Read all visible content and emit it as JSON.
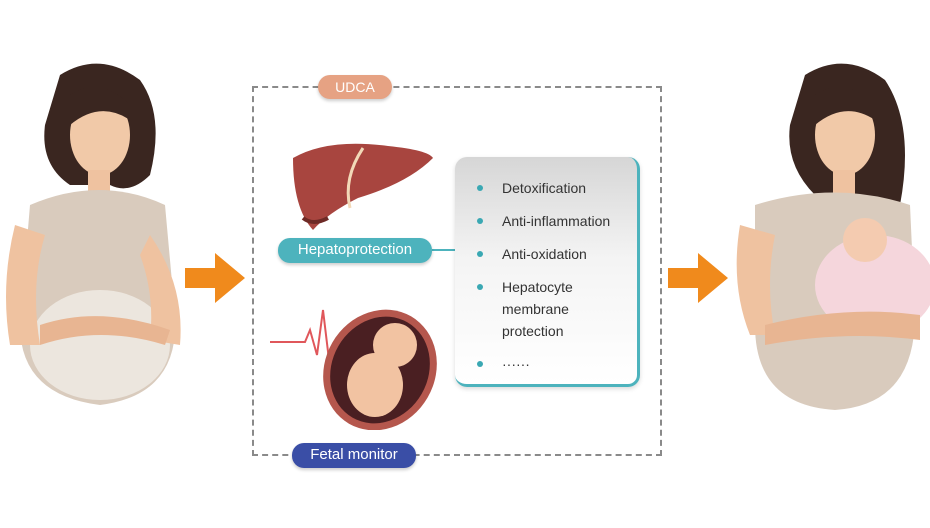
{
  "labels": {
    "udca": "UDCA",
    "hepatoprotection": "Hepatoprotection",
    "fetal_monitor": "Fetal monitor"
  },
  "benefits": [
    "Detoxification",
    "Anti-inflammation",
    "Anti-oxidation",
    "Hepatocyte membrane protection",
    "······"
  ],
  "colors": {
    "udca": "#e6a283",
    "hepatoprotection": "#4db3bd",
    "fetal_monitor": "#3a4ea6",
    "arrow": "#f08a1c",
    "liver": "#a8453f"
  }
}
